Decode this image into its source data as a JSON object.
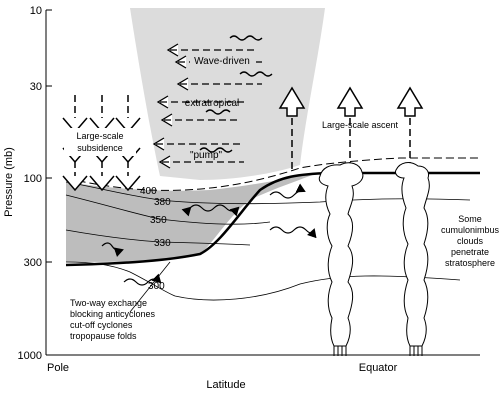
{
  "axes": {
    "y_title": "Pressure (mb)",
    "x_title": "Latitude",
    "y_ticks": [
      "10",
      "30",
      "100",
      "300",
      "1000"
    ],
    "x_left": "Pole",
    "x_right": "Equator"
  },
  "isentropes": [
    "400",
    "380",
    "350",
    "330",
    "300"
  ],
  "labels": {
    "wave_driven": "Wave-driven",
    "extratropical": "extratropical",
    "pump": "\"pump\"",
    "subsidence_1": "Large-scale",
    "subsidence_2": "subsidence",
    "ascent": "Large-scale ascent",
    "exchange_1": "Two-way exchange",
    "exchange_2": "blocking anticyclones",
    "exchange_3": "cut-off cyclones",
    "exchange_4": "tropopause folds",
    "cb_1": "Some",
    "cb_2": "cumulonimbus",
    "cb_3": "clouds",
    "cb_4": "penetrate",
    "cb_5": "stratosphere"
  },
  "colors": {
    "stratosphere_shade": "#dcdcdc",
    "mixing_shade": "#bdbdbd",
    "line": "#000000"
  }
}
